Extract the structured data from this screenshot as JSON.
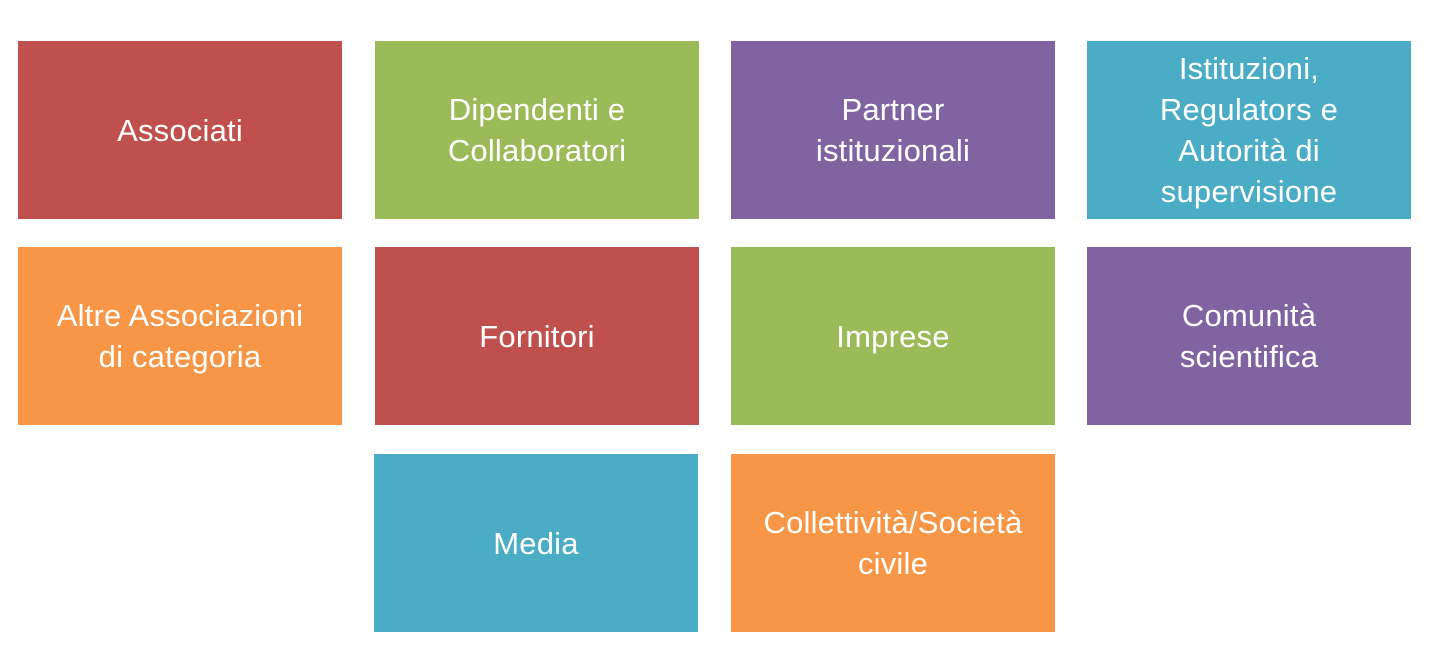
{
  "tiles": [
    {
      "label": "Associati",
      "color": "#c0504d"
    },
    {
      "label": "Dipendenti e\nCollaboratori",
      "color": "#9bbb59"
    },
    {
      "label": "Partner\nistituzionali",
      "color": "#8064a2"
    },
    {
      "label": "Istituzioni,\nRegulators e\nAutorità di\nsupervisione",
      "color": "#4bacc6"
    },
    {
      "label": "Altre Associazioni\ndi categoria",
      "color": "#f79646"
    },
    {
      "label": "Fornitori",
      "color": "#c0504d"
    },
    {
      "label": "Imprese",
      "color": "#9bbb59"
    },
    {
      "label": "Comunità\nscientifica",
      "color": "#8064a2"
    },
    {
      "label": "Media",
      "color": "#4bacc6"
    },
    {
      "label": "Collettività/Società\ncivile",
      "color": "#f79646"
    }
  ]
}
